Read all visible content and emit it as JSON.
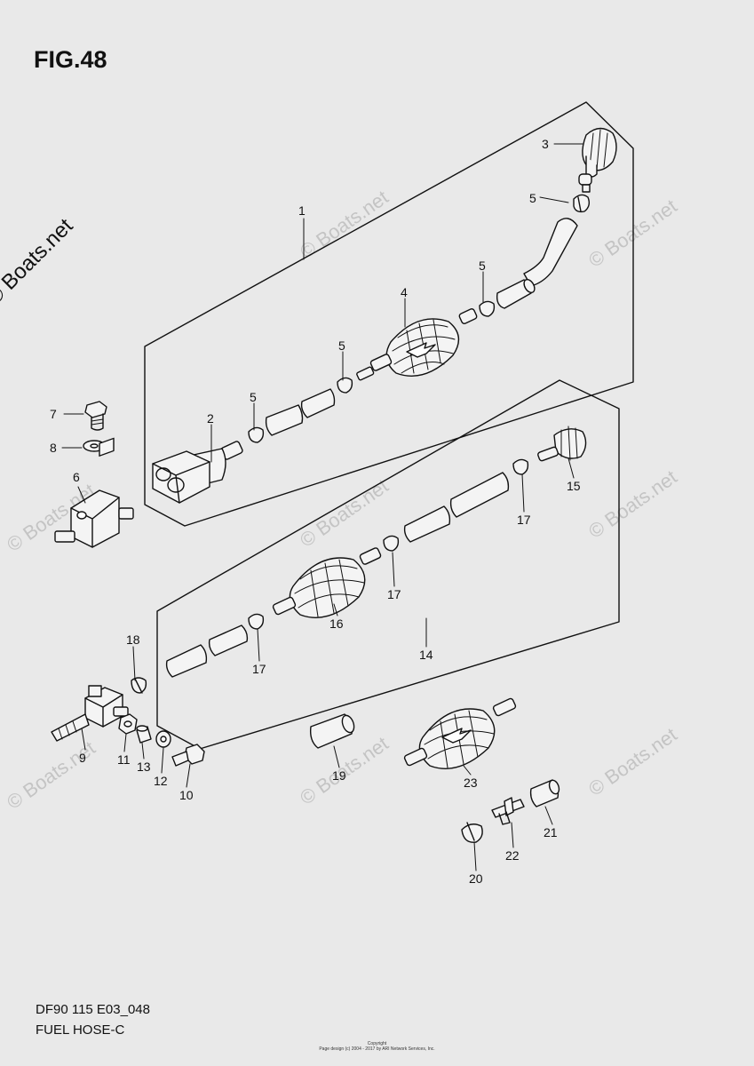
{
  "figure": {
    "title": "FIG.48",
    "model_code": "DF90 115 E03_048",
    "sheet_name": "FUEL HOSE-C"
  },
  "copyright_mark": "© Boats.net",
  "watermark_text": "© Boats.net",
  "footer": {
    "line1": "Copyright",
    "line2": "Page design (c) 2004 - 2017 by ARI Network Services, Inc."
  },
  "callouts": {
    "c1": "1",
    "c2": "2",
    "c3": "3",
    "c4": "4",
    "c5a": "5",
    "c5b": "5",
    "c5c": "5",
    "c5d": "5",
    "c6": "6",
    "c7": "7",
    "c8": "8",
    "c9": "9",
    "c10": "10",
    "c11": "11",
    "c12": "12",
    "c13": "13",
    "c14": "14",
    "c15": "15",
    "c16": "16",
    "c17a": "17",
    "c17b": "17",
    "c17c": "17",
    "c18": "18",
    "c19": "19",
    "c20": "20",
    "c21": "21",
    "c22": "22",
    "c23": "23"
  },
  "colors": {
    "background": "#e9e9e9",
    "line": "#111111",
    "part_fill": "#f4f4f4"
  }
}
